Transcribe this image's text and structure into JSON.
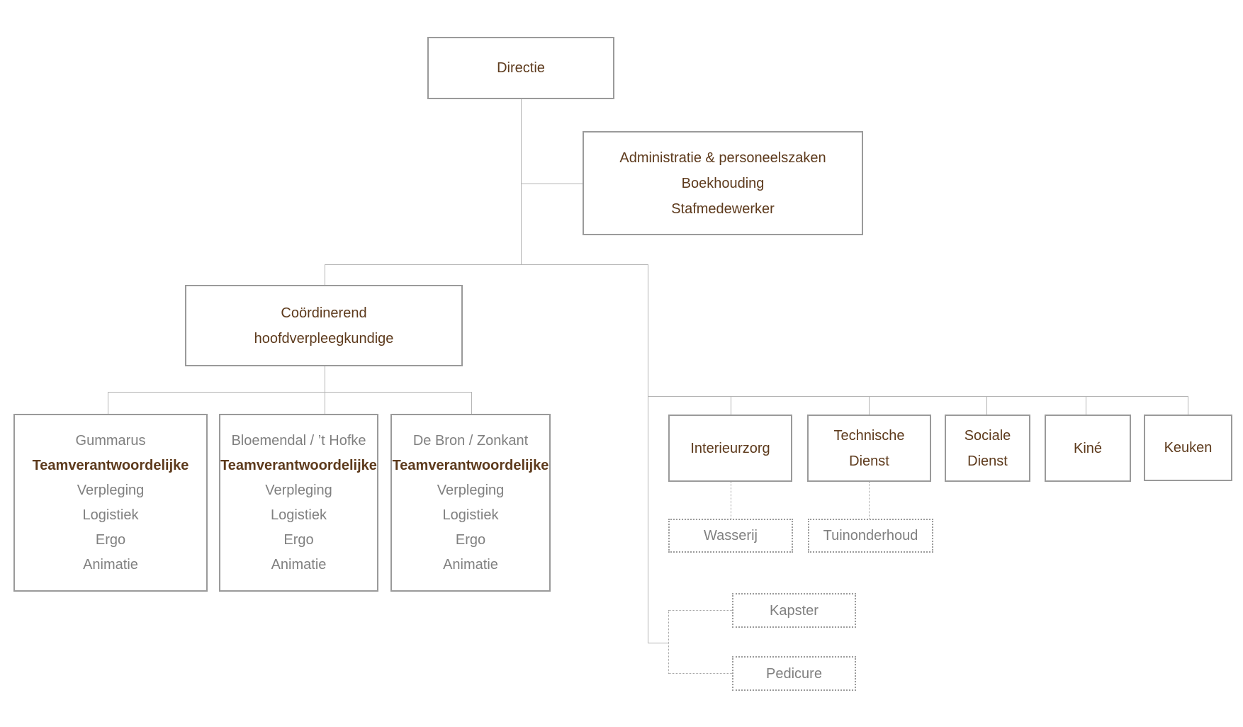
{
  "colors": {
    "accent_text_brown": "#5d3a1c",
    "secondary_text_gray": "#808080",
    "box_border_gray": "#9a9a9a",
    "connector_line_gray": "#b4b4b4"
  },
  "root": {
    "directie": {
      "label": "Directie"
    },
    "staff_box": {
      "lines": [
        "Administratie & personeelszaken",
        "Boekhouding",
        "Stafmedewerker"
      ]
    },
    "coordinator": {
      "lines": [
        "Coördinerend",
        "hoofdverpleegkundige"
      ]
    }
  },
  "teams": [
    {
      "name": "Gummarus",
      "role": "Teamverantwoordelijke",
      "units": [
        "Verpleging",
        "Logistiek",
        "Ergo",
        "Animatie"
      ]
    },
    {
      "name": "Bloemendal / ’t Hofke",
      "role": "Teamverantwoordelijke",
      "units": [
        "Verpleging",
        "Logistiek",
        "Ergo",
        "Animatie"
      ]
    },
    {
      "name": "De Bron / Zonkant",
      "role": "Teamverantwoordelijke",
      "units": [
        "Verpleging",
        "Logistiek",
        "Ergo",
        "Animatie"
      ]
    }
  ],
  "services": [
    {
      "lines": [
        "Interieurzorg"
      ]
    },
    {
      "lines": [
        "Technische",
        "Dienst"
      ]
    },
    {
      "lines": [
        "Sociale",
        "Dienst"
      ]
    },
    {
      "lines": [
        "Kiné"
      ]
    },
    {
      "lines": [
        "Keuken"
      ]
    }
  ],
  "sub_services": [
    {
      "label": "Wasserij"
    },
    {
      "label": "Tuinonderhoud"
    },
    {
      "label": "Kapster"
    },
    {
      "label": "Pedicure"
    }
  ]
}
